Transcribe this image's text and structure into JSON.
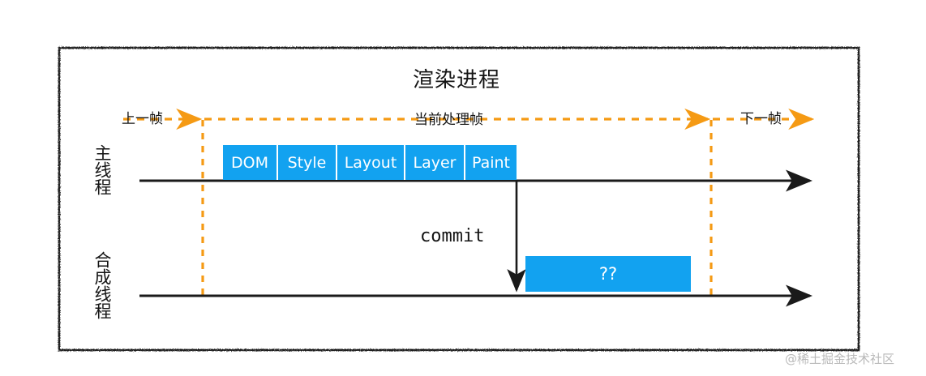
{
  "diagram": {
    "title": "渲染进程",
    "border_color": "#1a1a1a",
    "accent_blue": "#12a2f0",
    "accent_orange": "#f59a14",
    "axis_color": "#1a1a1a"
  },
  "frame_band": {
    "prev_frame": "上一帧",
    "current_frame": "当前处理帧",
    "next_frame": "下一帧"
  },
  "threads": {
    "main": {
      "label": "主线程",
      "pipeline": [
        {
          "label": "DOM"
        },
        {
          "label": "Style"
        },
        {
          "label": "Layout"
        },
        {
          "label": "Layer"
        },
        {
          "label": "Paint"
        }
      ]
    },
    "compositor": {
      "label": "合成线程",
      "work_box": "??"
    }
  },
  "connector": {
    "commit_label": "commit"
  },
  "watermark": {
    "text": "@稀土掘金技术社区"
  },
  "chart_data": {
    "type": "table",
    "title": "渲染进程",
    "categories": [
      "上一帧",
      "当前处理帧",
      "下一帧"
    ],
    "series": [
      {
        "name": "主线程",
        "values": [
          "DOM",
          "Style",
          "Layout",
          "Layer",
          "Paint"
        ]
      },
      {
        "name": "合成线程",
        "values": [
          "??"
        ]
      }
    ],
    "annotations": [
      "commit"
    ]
  }
}
